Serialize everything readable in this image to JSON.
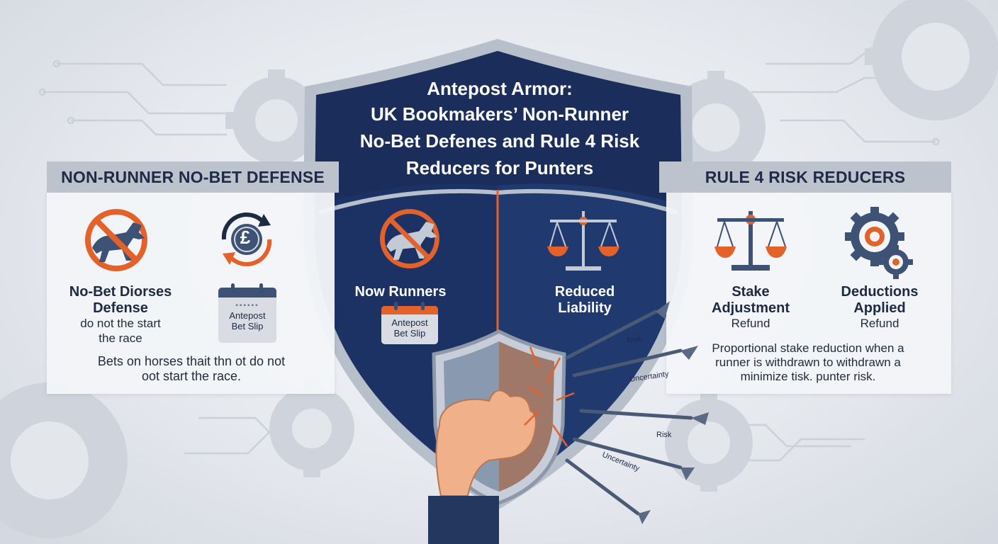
{
  "title": {
    "line1": "Antepost Armor:",
    "line2": "UK Bookmakers’ Non-Runner",
    "line3": "No-Bet Defenes and Rule 4 Risk",
    "line4": "Reducers for Punters"
  },
  "left_panel": {
    "header": "NON-RUNNER NO-BET DEFENSE",
    "item1_title_line1": "No-Bet Diorses",
    "item1_title_line2": "Defense",
    "item1_sub_line1": "do not the start",
    "item1_sub_line2": "the race",
    "item2_slip_line1": "Antepost",
    "item2_slip_line2": "Bet Slip",
    "currency_symbol": "£",
    "footer_line1": "Bets on horses thait thn ot do not",
    "footer_line2": "oot start the race."
  },
  "center": {
    "left_label": "Now Runners",
    "left_slip_line1": "Antepost",
    "left_slip_line2": "Bet Slip",
    "right_label_line1": "Reduced",
    "right_label_line2": "Liability"
  },
  "right_panel": {
    "header": "RULE 4 RISK REDUCERS",
    "item1_title_line1": "Stake",
    "item1_title_line2": "Adjustment",
    "item1_sub": "Refund",
    "item2_title_line1": "Deductions",
    "item2_title_line2": "Applied",
    "item2_sub": "Refund",
    "footer_line1": "Proportional stake reduction when a",
    "footer_line2": "runner is withdrawn to withdrawn a",
    "footer_line3": "minimize tisk. punter risk."
  },
  "arrows": {
    "labels": [
      "Risk",
      "Uncertainty",
      "Risk",
      "Uncertainty"
    ]
  },
  "icons": {
    "no_horse": "no-horse-icon",
    "pound_cycle": "pound-cycle-icon",
    "calendar": "calendar-icon",
    "scales": "scales-icon",
    "gears": "gears-icon",
    "hand_shield": "hand-shield-icon",
    "arrows": "arrow-icon"
  },
  "colors": {
    "navy": "#1a2e5e",
    "orange": "#e4622a",
    "panel": "#f3f5f8",
    "header_gray": "#bdc3cc"
  }
}
